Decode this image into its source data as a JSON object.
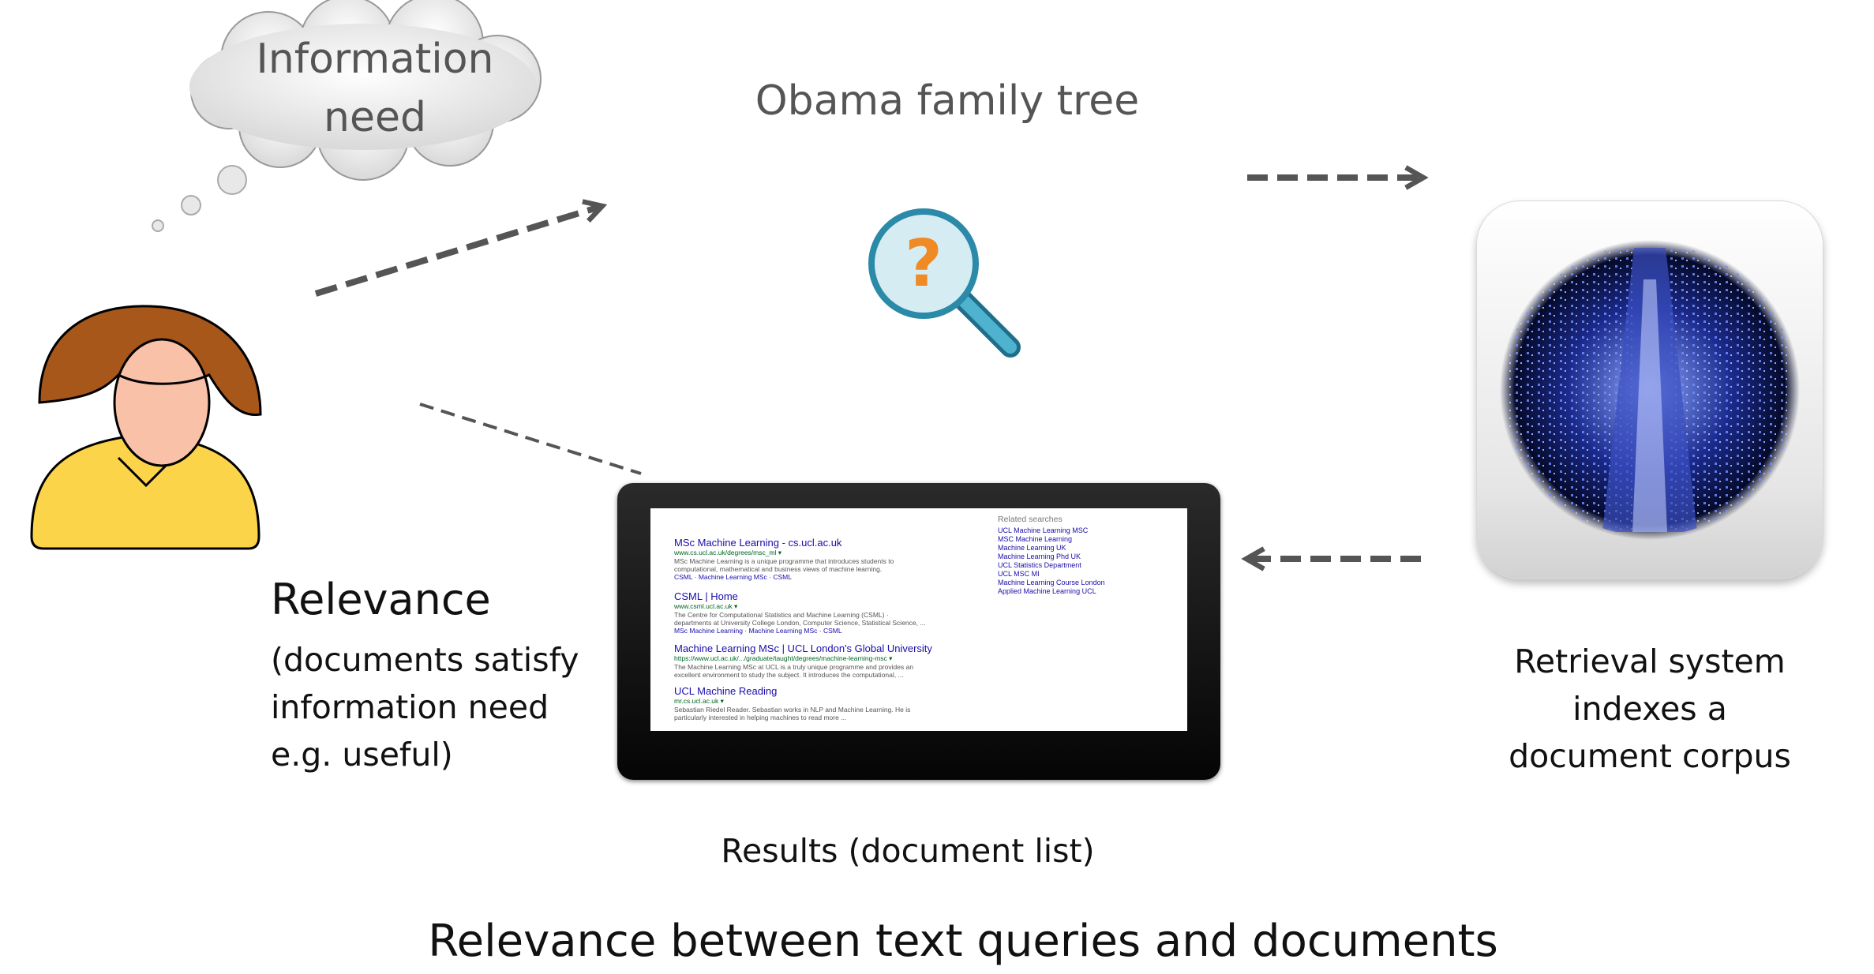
{
  "thought_bubble": {
    "line1": "Information",
    "line2": "need"
  },
  "query": {
    "text": "Obama family tree",
    "icon": "magnifier-question-icon"
  },
  "relevance": {
    "title": "Relevance",
    "line1": "(documents satisfy",
    "line2": "information need",
    "line3": "e.g. useful)"
  },
  "retrieval_system": {
    "line1": "Retrieval system",
    "line2": "indexes a",
    "line3": "document corpus",
    "icon": "data-center-icon"
  },
  "results": {
    "caption": "Results (document list)",
    "items": [
      {
        "title": "MSc Machine Learning - cs.ucl.ac.uk",
        "url": "www.cs.ucl.ac.uk/degrees/msc_ml ▾",
        "snippet1": "MSc Machine Learning is a unique programme that introduces students to",
        "snippet2": "computational, mathematical and business views of machine learning.",
        "links": "CSML · Machine Learning MSc · CSML"
      },
      {
        "title": "CSML | Home",
        "url": "www.csml.ucl.ac.uk ▾",
        "snippet1": "The Centre for Computational Statistics and Machine Learning (CSML) ·",
        "snippet2": "departments at University College London, Computer Science, Statistical Science, ...",
        "links": "MSc Machine Learning · Machine Learning MSc · CSML"
      },
      {
        "title": "Machine Learning MSc | UCL London's Global University",
        "url": "https://www.ucl.ac.uk/.../graduate/taught/degrees/machine-learning-msc ▾",
        "snippet1": "The Machine Learning MSc at UCL is a truly unique programme and provides an",
        "snippet2": "excellent environment to study the subject. It introduces the computational, ...",
        "links": ""
      },
      {
        "title": "UCL Machine Reading",
        "url": "mr.cs.ucl.ac.uk ▾",
        "snippet1": "Sebastian Riedel Reader. Sebastian works in NLP and Machine Learning. He is",
        "snippet2": "particularly interested in helping machines to read more ...",
        "links": ""
      }
    ],
    "related_heading": "Related searches",
    "related": [
      "UCL Machine Learning MSC",
      "MSC Machine Learning",
      "Machine Learning UK",
      "Machine Learning Phd UK",
      "UCL Statistics Department",
      "UCL MSC MI",
      "Machine Learning Course London",
      "Applied Machine Learning UCL"
    ]
  },
  "caption": "Relevance between text queries and documents",
  "colors": {
    "arrow": "#555555",
    "skin": "#f9c1a8",
    "hair": "#a8571b",
    "shirt": "#fcd44a",
    "magnifier": "#2a8aa8",
    "question": "#f08a24"
  }
}
